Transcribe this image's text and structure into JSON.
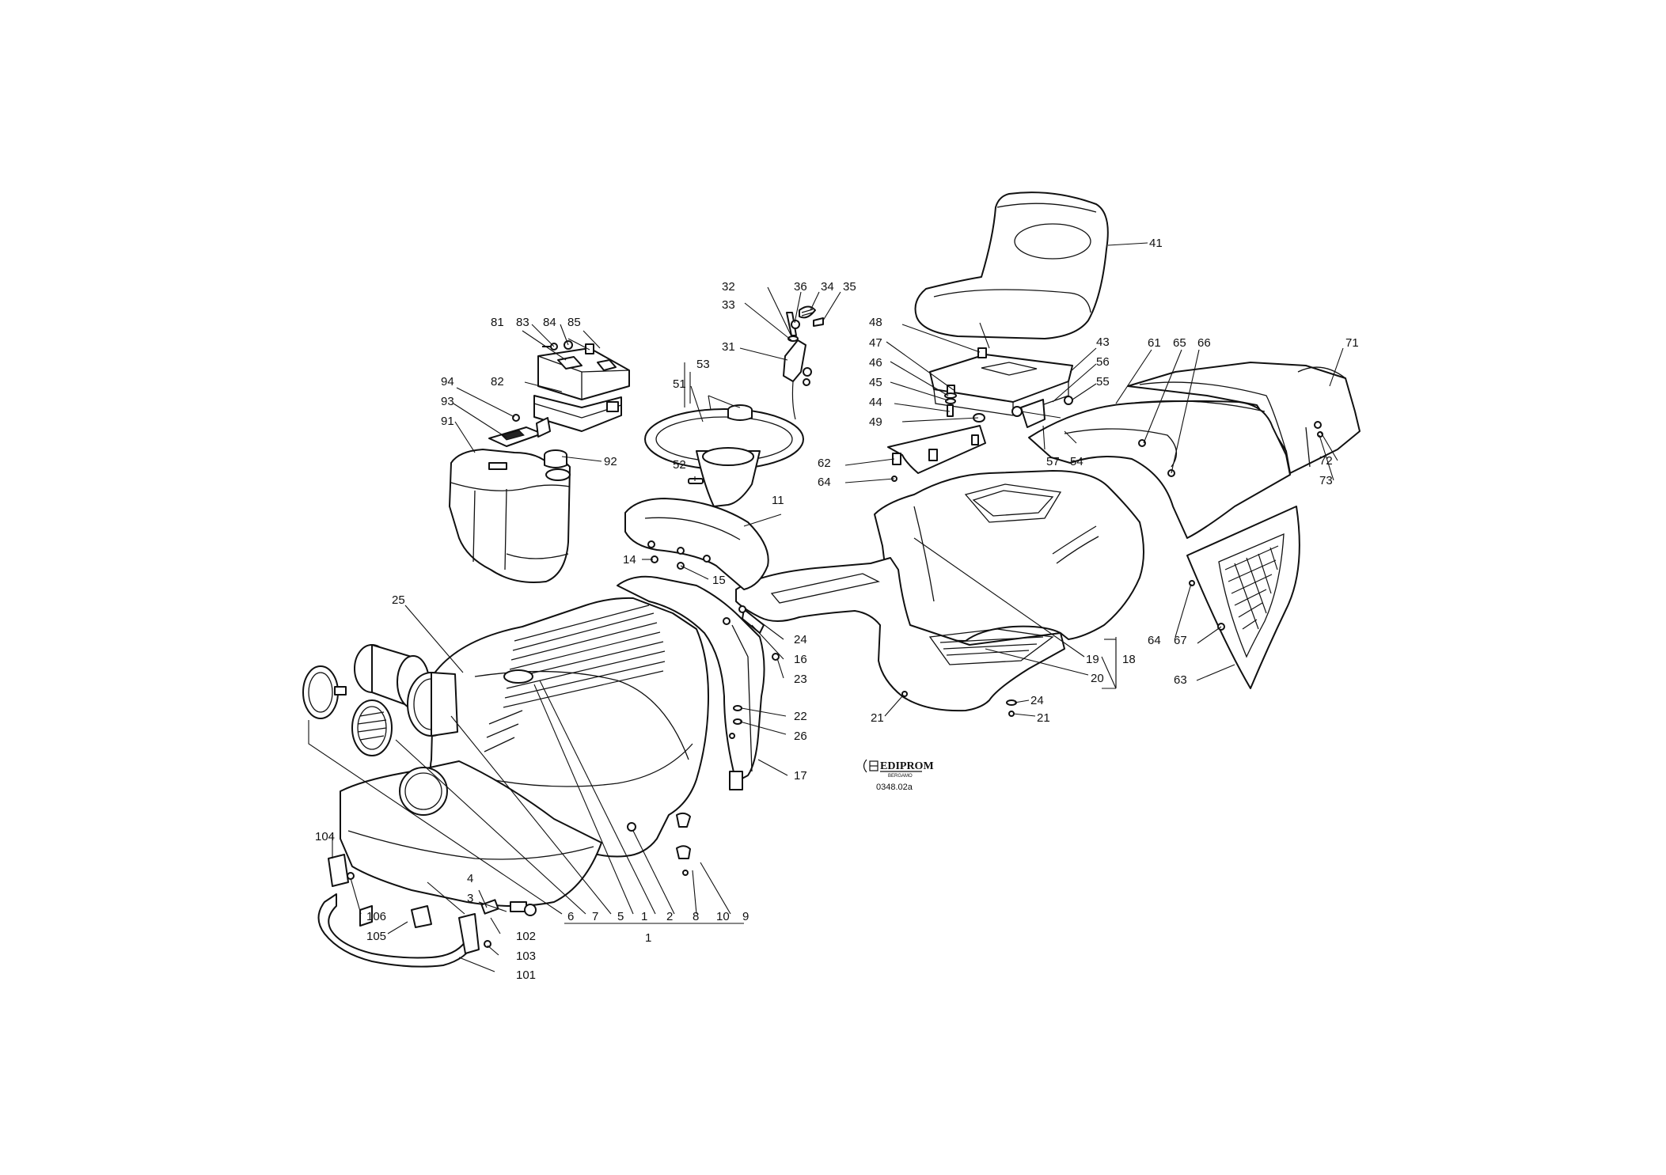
{
  "brand": {
    "name": "EDIPROM",
    "location": "BERGAMO",
    "drawing_code": "0348.02a"
  },
  "labels": {
    "l1": "1",
    "l2": "2",
    "l3": "3",
    "l4": "4",
    "l5": "5",
    "l6": "6",
    "l7": "7",
    "l8": "8",
    "l9": "9",
    "l10": "10",
    "l11": "11",
    "l14": "14",
    "l15": "15",
    "l16": "16",
    "l17": "17",
    "l18": "18",
    "l19": "19",
    "l20": "20",
    "l21a": "21",
    "l21b": "21",
    "l22": "22",
    "l23": "23",
    "l24a": "24",
    "l24b": "24",
    "l25": "25",
    "l26": "26",
    "l31": "31",
    "l32": "32",
    "l33": "33",
    "l34": "34",
    "l35": "35",
    "l36": "36",
    "l41": "41",
    "l43": "43",
    "l44": "44",
    "l45": "45",
    "l46": "46",
    "l47": "47",
    "l48": "48",
    "l49": "49",
    "l51": "51",
    "l52": "52",
    "l53": "53",
    "l54": "54",
    "l55": "55",
    "l56": "56",
    "l57": "57",
    "l61": "61",
    "l62": "62",
    "l63": "63",
    "l64a": "64",
    "l64b": "64",
    "l65": "65",
    "l66": "66",
    "l67": "67",
    "l71": "71",
    "l72": "72",
    "l73": "73",
    "l81": "81",
    "l82": "82",
    "l83": "83",
    "l84": "84",
    "l85": "85",
    "l91": "91",
    "l92": "92",
    "l93": "93",
    "l94": "94",
    "l101": "101",
    "l102": "102",
    "l103": "103",
    "l104": "104",
    "l105": "105",
    "l106": "106"
  }
}
